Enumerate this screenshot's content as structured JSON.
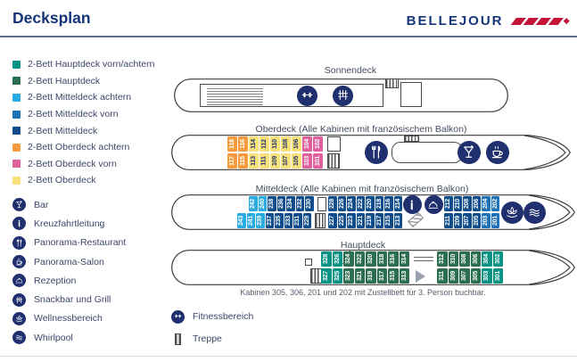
{
  "header": {
    "title": "Decksplan",
    "brand": "BELLEJOUR"
  },
  "colors": {
    "brand": "#15357a",
    "red": "#c41438",
    "navy_icon": "#20306f",
    "cab_ha": "#089384",
    "cab_h": "#2c6e50",
    "cab_ma": "#2aabe2",
    "cab_mv": "#1e72b8",
    "cab_m": "#0f4d8c",
    "cab_oa": "#f59b3d",
    "cab_ov": "#e0609e",
    "cab_o": "#f6e17a"
  },
  "legend": {
    "cabin_types": [
      {
        "label": "2-Bett Hauptdeck vorn/achtern",
        "key": "ha"
      },
      {
        "label": "2-Bett Hauptdeck",
        "key": "h"
      },
      {
        "label": "2-Bett Mitteldeck achtern",
        "key": "ma"
      },
      {
        "label": "2-Bett Mitteldeck vorn",
        "key": "mv"
      },
      {
        "label": "2-Bett Mitteldeck",
        "key": "m"
      },
      {
        "label": "2-Bett Oberdeck achtern",
        "key": "oa"
      },
      {
        "label": "2-Bett Oberdeck vorn",
        "key": "ov"
      },
      {
        "label": "2-Bett Oberdeck",
        "key": "o"
      }
    ],
    "facilities": [
      {
        "icon": "bar",
        "label": "Bar"
      },
      {
        "icon": "info",
        "label": "Kreuzfahrtleitung"
      },
      {
        "icon": "restaurant",
        "label": "Panorama-Restaurant"
      },
      {
        "icon": "salon",
        "label": "Panorama-Salon"
      },
      {
        "icon": "reception",
        "label": "Rezeption"
      },
      {
        "icon": "snackbar",
        "label": "Snackbar und Grill"
      },
      {
        "icon": "wellness",
        "label": "Wellnessbereich"
      },
      {
        "icon": "whirlpool",
        "label": "Whirlpool"
      }
    ],
    "extras": [
      {
        "icon": "fitness",
        "label": "Fitnessbereich"
      },
      {
        "icon": "stairs",
        "label": "Treppe"
      }
    ]
  },
  "decks": {
    "sonnendeck": {
      "label": "Sonnendeck",
      "facilities": [
        "fitness",
        "snackbar"
      ]
    },
    "oberdeck": {
      "label": "Oberdeck (Alle Kabinen mit französischem Balkon)",
      "facilities": [
        "restaurant",
        "bar",
        "salon"
      ],
      "rows": {
        "top": [
          {
            "n": "118",
            "c": "oa"
          },
          {
            "n": "116",
            "c": "oa"
          },
          {
            "n": "114",
            "c": "o"
          },
          {
            "n": "112",
            "c": "o"
          },
          {
            "n": "110",
            "c": "o"
          },
          {
            "n": "108",
            "c": "o"
          },
          {
            "n": "106",
            "c": "o"
          },
          {
            "n": "104",
            "c": "ov"
          },
          {
            "n": "102",
            "c": "ov"
          }
        ],
        "bottom": [
          {
            "n": "117",
            "c": "oa"
          },
          {
            "n": "115",
            "c": "oa"
          },
          {
            "n": "113",
            "c": "o"
          },
          {
            "n": "111",
            "c": "o"
          },
          {
            "n": "109",
            "c": "o"
          },
          {
            "n": "107",
            "c": "o"
          },
          {
            "n": "105",
            "c": "o"
          },
          {
            "n": "103",
            "c": "ov"
          },
          {
            "n": "101",
            "c": "ov"
          }
        ]
      }
    },
    "mitteldeck": {
      "label": "Mitteldeck (Alle Kabinen mit französischem Balkon)",
      "facilities": [
        "info",
        "reception",
        "wellness",
        "whirlpool"
      ],
      "rows": {
        "top1": [
          {
            "n": "242",
            "c": "ma"
          },
          {
            "n": "240",
            "c": "ma"
          },
          {
            "n": "238",
            "c": "m"
          },
          {
            "n": "236",
            "c": "m"
          },
          {
            "n": "234",
            "c": "m"
          },
          {
            "n": "232",
            "c": "m"
          },
          {
            "n": "230",
            "c": "m"
          }
        ],
        "top2": [
          {
            "n": "228",
            "c": "m"
          },
          {
            "n": "226",
            "c": "m"
          },
          {
            "n": "224",
            "c": "m"
          },
          {
            "n": "222",
            "c": "m"
          },
          {
            "n": "220",
            "c": "m"
          },
          {
            "n": "218",
            "c": "m"
          },
          {
            "n": "216",
            "c": "m"
          },
          {
            "n": "214",
            "c": "m"
          }
        ],
        "top3": [
          {
            "n": "212",
            "c": "m"
          },
          {
            "n": "210",
            "c": "m"
          },
          {
            "n": "208",
            "c": "m"
          },
          {
            "n": "206",
            "c": "m"
          },
          {
            "n": "204",
            "c": "mv"
          },
          {
            "n": "202",
            "c": "mv"
          }
        ],
        "bottom1": [
          {
            "n": "243",
            "c": "ma"
          },
          {
            "n": "241",
            "c": "ma"
          },
          {
            "n": "239",
            "c": "ma"
          },
          {
            "n": "237",
            "c": "m"
          },
          {
            "n": "235",
            "c": "m"
          },
          {
            "n": "233",
            "c": "m"
          },
          {
            "n": "231",
            "c": "m"
          },
          {
            "n": "229",
            "c": "m"
          }
        ],
        "bottom2": [
          {
            "n": "227",
            "c": "m"
          },
          {
            "n": "225",
            "c": "m"
          },
          {
            "n": "223",
            "c": "m"
          },
          {
            "n": "221",
            "c": "m"
          },
          {
            "n": "219",
            "c": "m"
          },
          {
            "n": "217",
            "c": "m"
          },
          {
            "n": "215",
            "c": "m"
          },
          {
            "n": "213",
            "c": "m"
          }
        ],
        "bottom3": [
          {
            "n": "211",
            "c": "m"
          },
          {
            "n": "209",
            "c": "m"
          },
          {
            "n": "207",
            "c": "m"
          },
          {
            "n": "205",
            "c": "m"
          },
          {
            "n": "203",
            "c": "mv"
          },
          {
            "n": "201",
            "c": "mv"
          }
        ]
      }
    },
    "hauptdeck": {
      "label": "Hauptdeck",
      "note": "Kabinen 305, 306, 201 und 202 mit Zustellbett für 3. Person buchbar.",
      "rows": {
        "top1": [
          {
            "n": "328",
            "c": "ha"
          },
          {
            "n": "326",
            "c": "ha"
          },
          {
            "n": "324",
            "c": "h"
          },
          {
            "n": "322",
            "c": "h"
          },
          {
            "n": "320",
            "c": "h"
          },
          {
            "n": "318",
            "c": "h"
          },
          {
            "n": "316",
            "c": "h"
          },
          {
            "n": "314",
            "c": "h"
          }
        ],
        "top2": [
          {
            "n": "312",
            "c": "h"
          },
          {
            "n": "310",
            "c": "h"
          },
          {
            "n": "308",
            "c": "h"
          },
          {
            "n": "306",
            "c": "h"
          },
          {
            "n": "304",
            "c": "ha"
          },
          {
            "n": "302",
            "c": "ha"
          }
        ],
        "bottom1": [
          {
            "n": "327",
            "c": "ha"
          },
          {
            "n": "325",
            "c": "ha"
          },
          {
            "n": "323",
            "c": "h"
          },
          {
            "n": "321",
            "c": "h"
          },
          {
            "n": "319",
            "c": "h"
          },
          {
            "n": "317",
            "c": "h"
          },
          {
            "n": "315",
            "c": "h"
          },
          {
            "n": "313",
            "c": "h"
          }
        ],
        "bottom2": [
          {
            "n": "311",
            "c": "h"
          },
          {
            "n": "309",
            "c": "h"
          },
          {
            "n": "307",
            "c": "h"
          },
          {
            "n": "305",
            "c": "h"
          },
          {
            "n": "303",
            "c": "ha"
          },
          {
            "n": "301",
            "c": "ha"
          }
        ]
      }
    }
  }
}
